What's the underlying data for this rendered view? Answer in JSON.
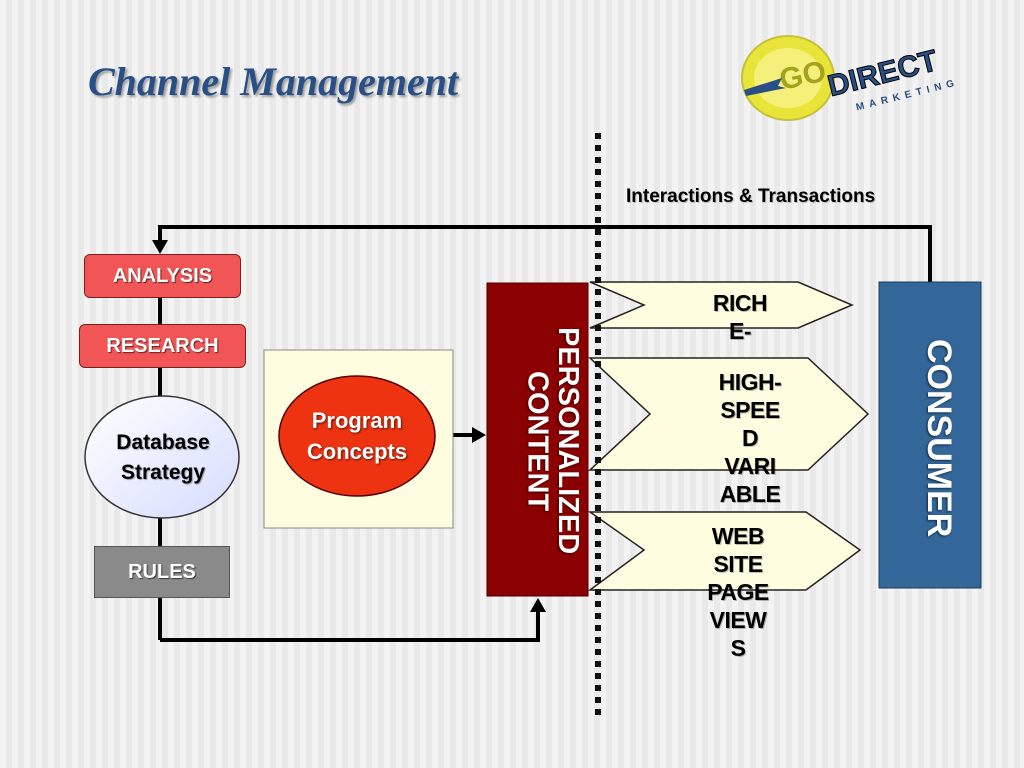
{
  "title": "Channel Management",
  "logo": {
    "circle_text": "GO",
    "word": "DIRECT",
    "sub": "MARKETING"
  },
  "left_column": {
    "analysis": "ANALYSIS",
    "research": "RESEARCH",
    "database_line1": "Database",
    "database_line2": "Strategy",
    "rules": "RULES"
  },
  "program_concepts": {
    "line1": "Program",
    "line2": "Concepts"
  },
  "personalized": {
    "line1": "PERSONALIZED",
    "line2": "CONTENT"
  },
  "interactions_label": "Interactions & Transactions",
  "arrows": [
    {
      "lines": [
        "RICH",
        "E-"
      ]
    },
    {
      "lines": [
        "HIGH-",
        "SPEE",
        "D",
        "VARI",
        "ABLE"
      ]
    },
    {
      "lines": [
        "WEB",
        "SITE",
        "PAGE",
        "VIEW",
        "S"
      ]
    }
  ],
  "consumer": "CONSUMER",
  "colors": {
    "title": "#2a4f86",
    "pill_fill": "#f25555",
    "rules_fill": "#8a8a8a",
    "dark_red": "#8b0000",
    "consumer_blue": "#336699",
    "concept_panel": "#fffde0",
    "program_red": "#ee3311"
  }
}
